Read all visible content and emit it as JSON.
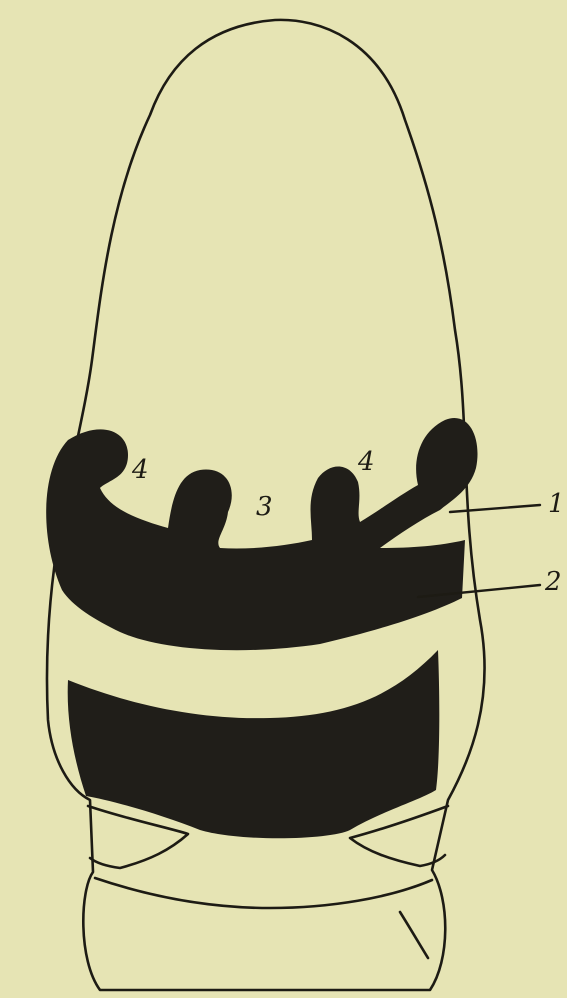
{
  "figure": {
    "background_color": "#e6e4b4",
    "ink_color": "#1d1b14",
    "labels": {
      "callout_1": "1",
      "callout_2": "2",
      "center": "3",
      "left_4": "4",
      "right_4": "4"
    }
  }
}
